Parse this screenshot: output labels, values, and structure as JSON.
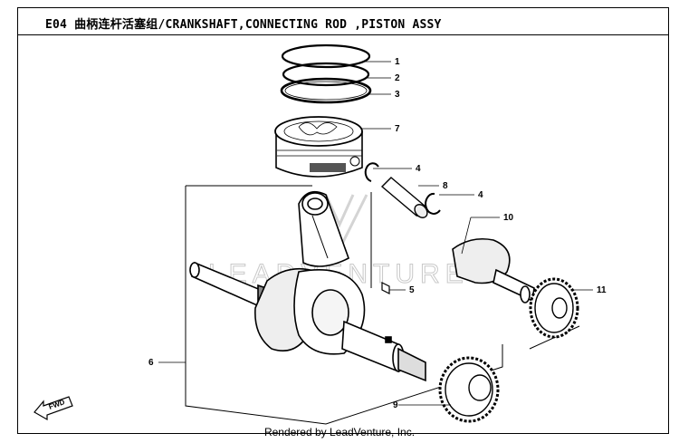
{
  "title": "E04 曲柄连杆活塞组/CRANKSHAFT,CONNECTING ROD ,PISTON ASSY",
  "watermark": "LEADVENTURE",
  "footer": "Rendered by LeadVenture, Inc.",
  "fwd_label": "FWD",
  "callouts": {
    "c1": "1",
    "c2": "2",
    "c3": "3",
    "c7": "7",
    "c4a": "4",
    "c8": "8",
    "c4b": "4",
    "c10": "10",
    "c5": "5",
    "c11": "11",
    "c6": "6",
    "c9": "9"
  }
}
